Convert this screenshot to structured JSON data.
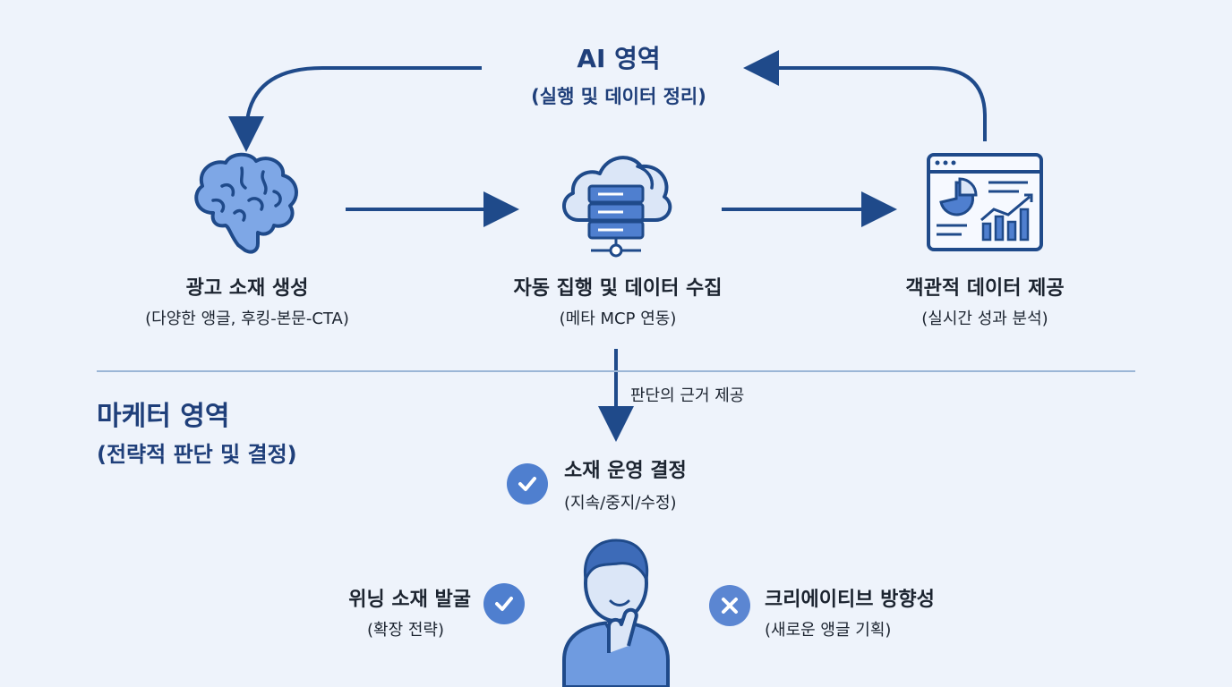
{
  "ai_zone": {
    "title": "AI 영역",
    "subtitle": "(실행 및 데이터 정리)"
  },
  "steps": [
    {
      "title": "광고 소재 생성",
      "subtitle": "(다양한 앵글, 후킹-본문-CTA)",
      "icon": "brain-icon"
    },
    {
      "title": "자동 집행 및 데이터 수집",
      "subtitle": "(메타 MCP 연동)",
      "icon": "cloud-server-icon"
    },
    {
      "title": "객관적 데이터 제공",
      "subtitle": "(실시간 성과 분석)",
      "icon": "dashboard-chart-icon"
    }
  ],
  "handoff_label": "판단의 근거 제공",
  "marketer_zone": {
    "title": "마케터 영역",
    "subtitle": "(전략적 판단 및 결정)"
  },
  "decisions": {
    "operation": {
      "title": "소재 운영 결정",
      "subtitle": "(지속/중지/수정)",
      "icon": "check-circle-icon"
    },
    "winning": {
      "title": "위닝 소재 발굴",
      "subtitle": "(확장 전략)",
      "icon": "check-circle-icon"
    },
    "creative": {
      "title": "크리에이티브 방향성",
      "subtitle": "(새로운 앵글 기획)",
      "icon": "x-circle-icon"
    }
  },
  "colors": {
    "primary": "#1f3f7a",
    "accent": "#4f7fcf",
    "background": "#eef3fb",
    "divider": "#9bb6d6"
  }
}
